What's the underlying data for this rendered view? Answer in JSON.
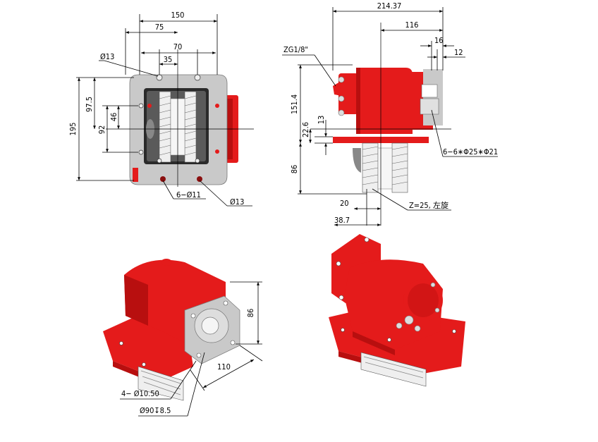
{
  "front_view": {
    "dims": {
      "w150": "150",
      "w75": "75",
      "w70": "70",
      "w35": "35",
      "d13_top": "Ø13",
      "h195": "195",
      "h97_5": "97.5",
      "h46": "46",
      "h92": "92",
      "holes_6": "6−Ø11",
      "d13_bottom": "Ø13"
    }
  },
  "side_view": {
    "dims": {
      "w214_37": "214.37",
      "w116": "116",
      "w16": "16",
      "w12": "12",
      "thread": "ZG1/8\"",
      "h151_4": "151.4",
      "h13": "13",
      "h22_6": "22.6",
      "h86": "86",
      "spline": "6−6∗Φ25∗Φ21",
      "w20": "20",
      "w38_7": "38.7",
      "gear": "Z=25, 左旋"
    }
  },
  "iso_left": {
    "dims": {
      "h86": "86",
      "w110": "110",
      "holes_4": "4− Ø10.50",
      "pilot": "Ø90↧8.5"
    }
  },
  "colors": {
    "body_red": "#e41b1b",
    "body_dark_red": "#b80f0f",
    "flange_grey": "#c9c9c9",
    "gear_white": "#efefef",
    "line_black": "#000000"
  }
}
